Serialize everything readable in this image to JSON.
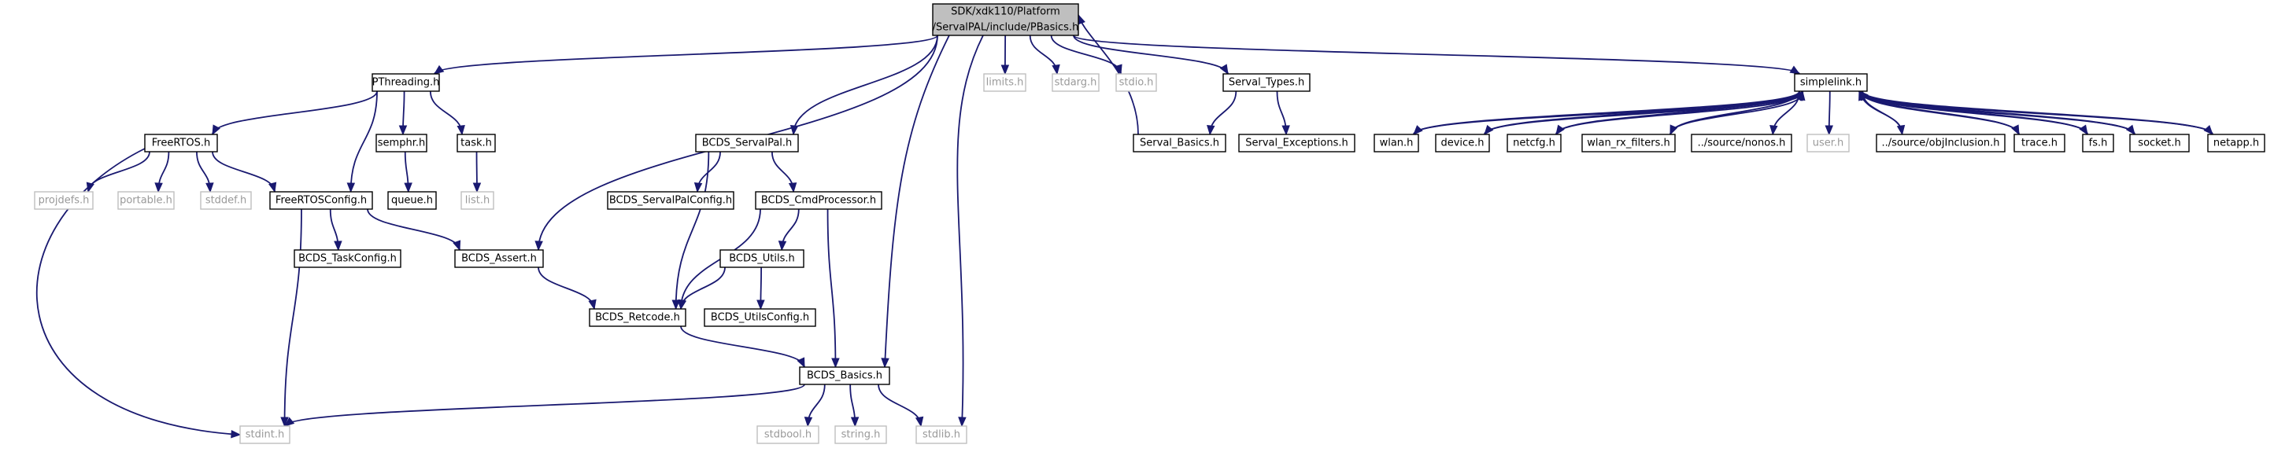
{
  "colors": {
    "edge": "#191970",
    "node_border": "#000000",
    "node_fill": "#ffffff",
    "external_border": "#bfbfbf",
    "external_text": "#999999",
    "root_fill": "#bfbfbf",
    "text": "#000000"
  },
  "nodes": [
    {
      "id": "root",
      "lines": [
        "SDK/xdk110/Platform",
        "/ServalPAL/include/PBasics.h"
      ],
      "style": "root"
    },
    {
      "id": "pthreading",
      "lines": [
        "PThreading.h"
      ],
      "style": "normal"
    },
    {
      "id": "limits",
      "lines": [
        "limits.h"
      ],
      "style": "external"
    },
    {
      "id": "stdarg",
      "lines": [
        "stdarg.h"
      ],
      "style": "external"
    },
    {
      "id": "stdio",
      "lines": [
        "stdio.h"
      ],
      "style": "external"
    },
    {
      "id": "serval_types",
      "lines": [
        "Serval_Types.h"
      ],
      "style": "normal"
    },
    {
      "id": "simplelink",
      "lines": [
        "simplelink.h"
      ],
      "style": "normal"
    },
    {
      "id": "freertos",
      "lines": [
        "FreeRTOS.h"
      ],
      "style": "normal"
    },
    {
      "id": "semphr",
      "lines": [
        "semphr.h"
      ],
      "style": "normal"
    },
    {
      "id": "task",
      "lines": [
        "task.h"
      ],
      "style": "normal"
    },
    {
      "id": "bcds_servalpal",
      "lines": [
        "BCDS_ServalPal.h"
      ],
      "style": "normal"
    },
    {
      "id": "serval_basics",
      "lines": [
        "Serval_Basics.h"
      ],
      "style": "normal"
    },
    {
      "id": "serval_exceptions",
      "lines": [
        "Serval_Exceptions.h"
      ],
      "style": "normal"
    },
    {
      "id": "wlan",
      "lines": [
        "wlan.h"
      ],
      "style": "normal"
    },
    {
      "id": "device",
      "lines": [
        "device.h"
      ],
      "style": "normal"
    },
    {
      "id": "netcfg",
      "lines": [
        "netcfg.h"
      ],
      "style": "normal"
    },
    {
      "id": "wlan_rx_filters",
      "lines": [
        "wlan_rx_filters.h"
      ],
      "style": "normal"
    },
    {
      "id": "nonos",
      "lines": [
        "../source/nonos.h"
      ],
      "style": "normal"
    },
    {
      "id": "user",
      "lines": [
        "user.h"
      ],
      "style": "external"
    },
    {
      "id": "objinclusion",
      "lines": [
        "../source/objInclusion.h"
      ],
      "style": "normal"
    },
    {
      "id": "trace",
      "lines": [
        "trace.h"
      ],
      "style": "normal"
    },
    {
      "id": "fs",
      "lines": [
        "fs.h"
      ],
      "style": "normal"
    },
    {
      "id": "socket",
      "lines": [
        "socket.h"
      ],
      "style": "normal"
    },
    {
      "id": "netapp",
      "lines": [
        "netapp.h"
      ],
      "style": "normal"
    },
    {
      "id": "projdefs",
      "lines": [
        "projdefs.h"
      ],
      "style": "external"
    },
    {
      "id": "portable",
      "lines": [
        "portable.h"
      ],
      "style": "external"
    },
    {
      "id": "stddef",
      "lines": [
        "stddef.h"
      ],
      "style": "external"
    },
    {
      "id": "freertosconfig",
      "lines": [
        "FreeRTOSConfig.h"
      ],
      "style": "normal"
    },
    {
      "id": "queue",
      "lines": [
        "queue.h"
      ],
      "style": "normal"
    },
    {
      "id": "list",
      "lines": [
        "list.h"
      ],
      "style": "external"
    },
    {
      "id": "bcds_servalpalconfig",
      "lines": [
        "BCDS_ServalPalConfig.h"
      ],
      "style": "normal"
    },
    {
      "id": "bcds_cmdprocessor",
      "lines": [
        "BCDS_CmdProcessor.h"
      ],
      "style": "normal"
    },
    {
      "id": "bcds_taskconfig",
      "lines": [
        "BCDS_TaskConfig.h"
      ],
      "style": "normal"
    },
    {
      "id": "bcds_assert",
      "lines": [
        "BCDS_Assert.h"
      ],
      "style": "normal"
    },
    {
      "id": "bcds_utils",
      "lines": [
        "BCDS_Utils.h"
      ],
      "style": "normal"
    },
    {
      "id": "bcds_retcode",
      "lines": [
        "BCDS_Retcode.h"
      ],
      "style": "normal"
    },
    {
      "id": "bcds_utilsconfig",
      "lines": [
        "BCDS_UtilsConfig.h"
      ],
      "style": "normal"
    },
    {
      "id": "bcds_basics",
      "lines": [
        "BCDS_Basics.h"
      ],
      "style": "normal"
    },
    {
      "id": "stdint",
      "lines": [
        "stdint.h"
      ],
      "style": "external"
    },
    {
      "id": "stdbool",
      "lines": [
        "stdbool.h"
      ],
      "style": "external"
    },
    {
      "id": "string",
      "lines": [
        "string.h"
      ],
      "style": "external"
    },
    {
      "id": "stdlib",
      "lines": [
        "stdlib.h"
      ],
      "style": "external"
    }
  ],
  "edges": [
    [
      "root",
      "pthreading"
    ],
    [
      "root",
      "limits"
    ],
    [
      "root",
      "stdarg"
    ],
    [
      "root",
      "stdio"
    ],
    [
      "root",
      "serval_types"
    ],
    [
      "root",
      "simplelink"
    ],
    [
      "root",
      "bcds_servalpal"
    ],
    [
      "root",
      "bcds_assert"
    ],
    [
      "root",
      "bcds_basics"
    ],
    [
      "root",
      "stdlib"
    ],
    [
      "pthreading",
      "freertos"
    ],
    [
      "pthreading",
      "semphr"
    ],
    [
      "pthreading",
      "task"
    ],
    [
      "pthreading",
      "freertosconfig"
    ],
    [
      "freertos",
      "projdefs"
    ],
    [
      "freertos",
      "portable"
    ],
    [
      "freertos",
      "stddef"
    ],
    [
      "freertos",
      "freertosconfig"
    ],
    [
      "freertos",
      "stdint"
    ],
    [
      "semphr",
      "queue"
    ],
    [
      "task",
      "list"
    ],
    [
      "freertosconfig",
      "bcds_taskconfig"
    ],
    [
      "freertosconfig",
      "bcds_assert"
    ],
    [
      "freertosconfig",
      "stdint"
    ],
    [
      "bcds_servalpal",
      "bcds_servalpalconfig"
    ],
    [
      "bcds_servalpal",
      "bcds_cmdprocessor"
    ],
    [
      "bcds_servalpal",
      "bcds_retcode"
    ],
    [
      "bcds_cmdprocessor",
      "bcds_utils"
    ],
    [
      "bcds_cmdprocessor",
      "bcds_retcode"
    ],
    [
      "bcds_cmdprocessor",
      "bcds_basics"
    ],
    [
      "bcds_utils",
      "bcds_retcode"
    ],
    [
      "bcds_utils",
      "bcds_utilsconfig"
    ],
    [
      "bcds_assert",
      "bcds_retcode"
    ],
    [
      "bcds_retcode",
      "bcds_basics"
    ],
    [
      "bcds_basics",
      "stdint"
    ],
    [
      "bcds_basics",
      "stdbool"
    ],
    [
      "bcds_basics",
      "string"
    ],
    [
      "bcds_basics",
      "stdlib"
    ],
    [
      "serval_types",
      "serval_basics"
    ],
    [
      "serval_types",
      "serval_exceptions"
    ],
    [
      "serval_basics",
      "root"
    ],
    [
      "simplelink",
      "wlan"
    ],
    [
      "simplelink",
      "device"
    ],
    [
      "simplelink",
      "netcfg"
    ],
    [
      "simplelink",
      "wlan_rx_filters"
    ],
    [
      "simplelink",
      "nonos"
    ],
    [
      "simplelink",
      "user"
    ],
    [
      "simplelink",
      "objinclusion"
    ],
    [
      "simplelink",
      "trace"
    ],
    [
      "simplelink",
      "fs"
    ],
    [
      "simplelink",
      "socket"
    ],
    [
      "simplelink",
      "netapp"
    ],
    [
      "wlan",
      "simplelink"
    ],
    [
      "device",
      "simplelink"
    ],
    [
      "netcfg",
      "simplelink"
    ],
    [
      "wlan_rx_filters",
      "simplelink"
    ],
    [
      "objinclusion",
      "simplelink"
    ],
    [
      "trace",
      "simplelink"
    ],
    [
      "fs",
      "simplelink"
    ],
    [
      "socket",
      "simplelink"
    ],
    [
      "netapp",
      "simplelink"
    ]
  ]
}
